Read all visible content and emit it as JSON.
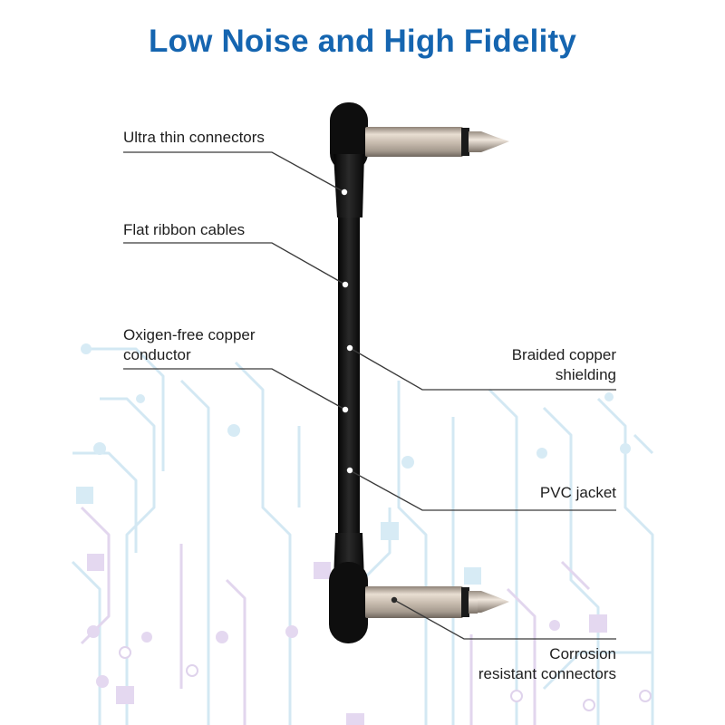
{
  "title": "Low Noise and High Fidelity",
  "colors": {
    "title": "#1565b0",
    "text": "#1e1e1e",
    "leader": "#3a3a3a",
    "cable": "#141414",
    "metal": "#c9bdb0",
    "circuit_blue": "#cfe6f2",
    "circuit_purple": "#ddd0ea"
  },
  "labels": [
    {
      "id": "ultra-thin-connectors",
      "lines": [
        "Ultra thin connectors"
      ]
    },
    {
      "id": "flat-ribbon-cables",
      "lines": [
        "Flat ribbon cables"
      ]
    },
    {
      "id": "oxygen-free-copper",
      "lines": [
        "Oxigen-free copper",
        "conductor"
      ]
    },
    {
      "id": "braided-copper-shielding",
      "lines": [
        "Braided copper",
        "shielding"
      ]
    },
    {
      "id": "pvc-jacket",
      "lines": [
        "PVC jacket"
      ]
    },
    {
      "id": "corrosion-resistant",
      "lines": [
        "Corrosion",
        "resistant connectors"
      ]
    }
  ]
}
